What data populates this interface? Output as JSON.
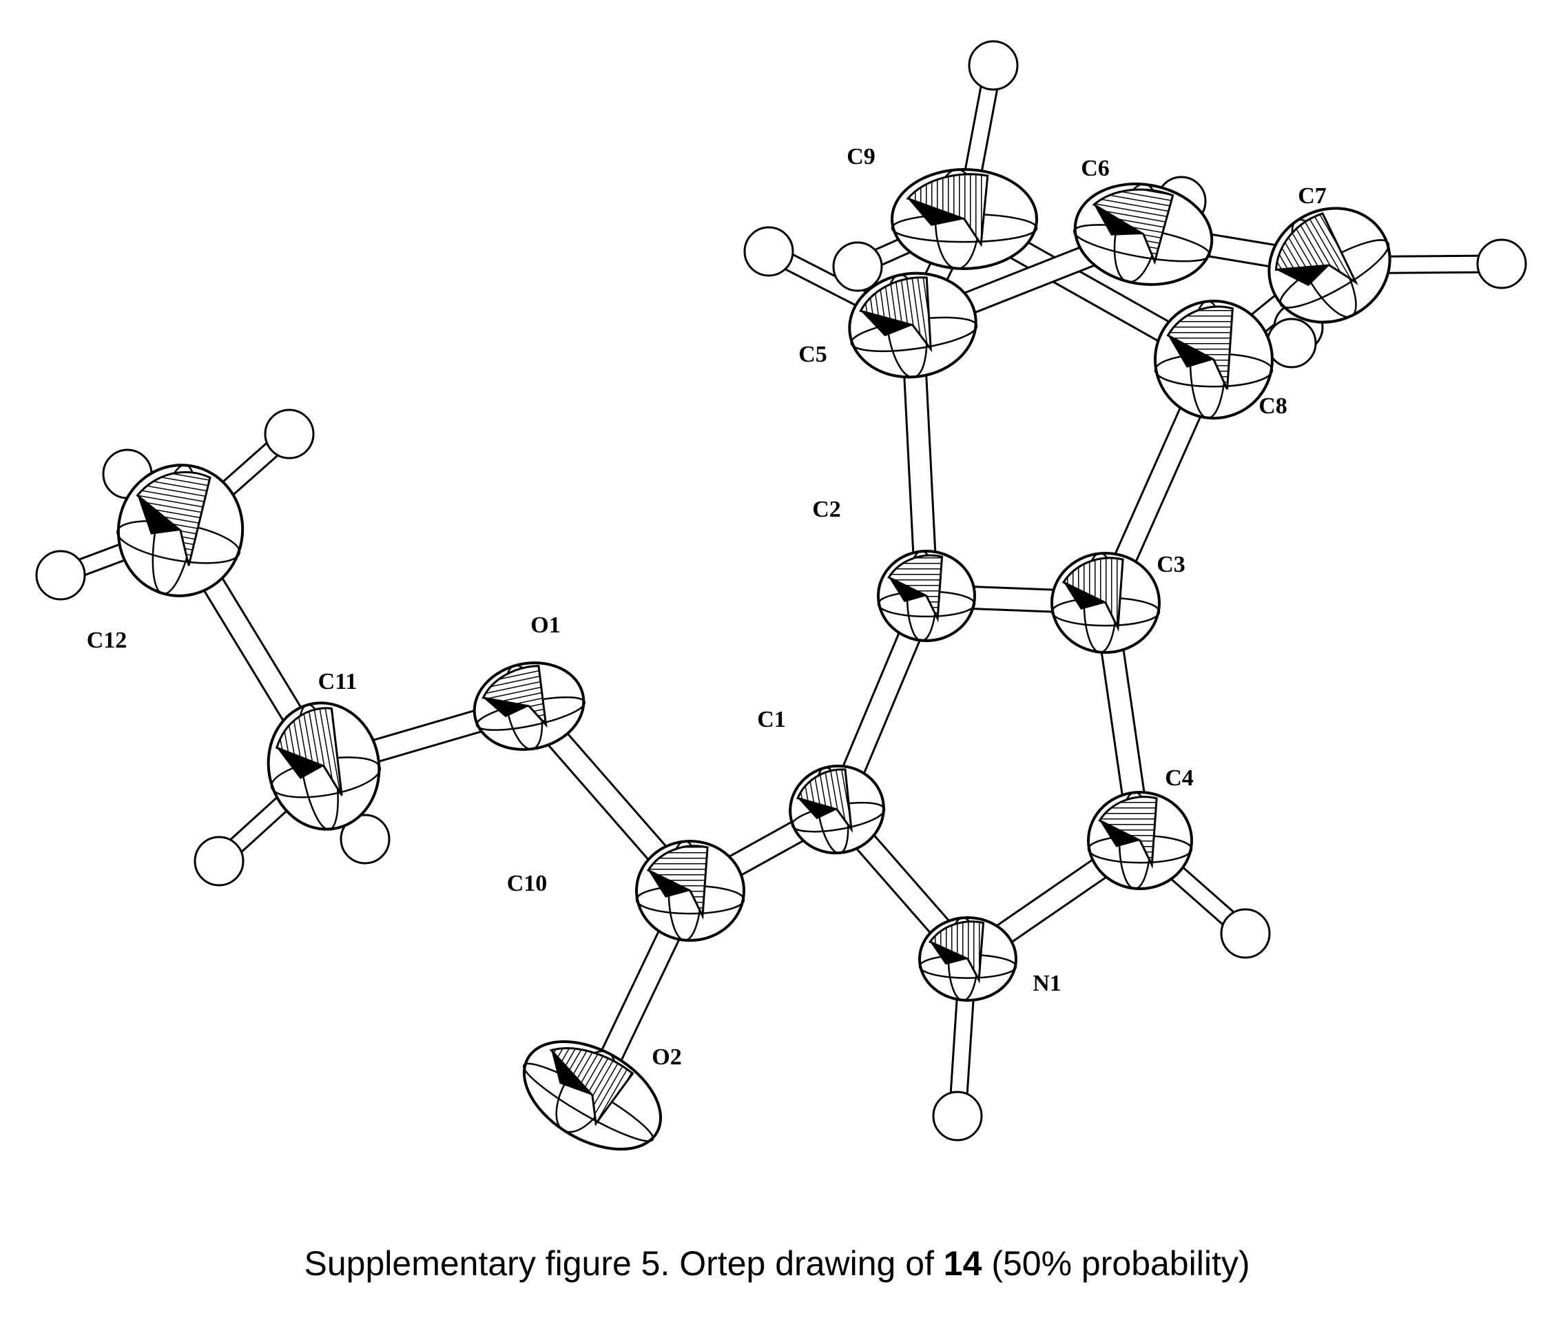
{
  "diagram": {
    "type": "ortep-molecular-structure",
    "heavy_atoms": [
      {
        "id": "C1",
        "label": "C1"
      },
      {
        "id": "C2",
        "label": "C2"
      },
      {
        "id": "C3",
        "label": "C3"
      },
      {
        "id": "C4",
        "label": "C4"
      },
      {
        "id": "C5",
        "label": "C5"
      },
      {
        "id": "C6",
        "label": "C6"
      },
      {
        "id": "C7",
        "label": "C7"
      },
      {
        "id": "C8",
        "label": "C8"
      },
      {
        "id": "C9",
        "label": "C9"
      },
      {
        "id": "C10",
        "label": "C10"
      },
      {
        "id": "C11",
        "label": "C11"
      },
      {
        "id": "C12",
        "label": "C12"
      },
      {
        "id": "N1",
        "label": "N1"
      },
      {
        "id": "O1",
        "label": "O1"
      },
      {
        "id": "O2",
        "label": "O2"
      }
    ],
    "bonds": [
      [
        "C1",
        "C2"
      ],
      [
        "C2",
        "C3"
      ],
      [
        "C3",
        "C4"
      ],
      [
        "C4",
        "N1"
      ],
      [
        "N1",
        "C1"
      ],
      [
        "C2",
        "C5"
      ],
      [
        "C3",
        "C8"
      ],
      [
        "C5",
        "C9"
      ],
      [
        "C9",
        "C8"
      ],
      [
        "C5",
        "C6"
      ],
      [
        "C6",
        "C7"
      ],
      [
        "C7",
        "C8"
      ],
      [
        "C1",
        "C10"
      ],
      [
        "C10",
        "O1"
      ],
      [
        "C10",
        "O2"
      ],
      [
        "O1",
        "C11"
      ],
      [
        "C11",
        "C12"
      ]
    ],
    "hydrogen_bonds": [
      [
        "C9",
        "H9a"
      ],
      [
        "C9",
        "H9b"
      ],
      [
        "C5",
        "H5"
      ],
      [
        "C6",
        "H6"
      ],
      [
        "C7",
        "H7a"
      ],
      [
        "C7",
        "H7b"
      ],
      [
        "C8",
        "H8"
      ],
      [
        "C12",
        "H12a"
      ],
      [
        "C12",
        "H12b"
      ],
      [
        "C12",
        "H12c"
      ],
      [
        "C11",
        "H11a"
      ],
      [
        "C11",
        "H11b"
      ],
      [
        "C4",
        "H4"
      ],
      [
        "N1",
        "HN1"
      ]
    ]
  },
  "caption": {
    "prefix": "Supplementary figure 5.   Ortep drawing of ",
    "compound": "14",
    "suffix": " (50% probability)"
  }
}
